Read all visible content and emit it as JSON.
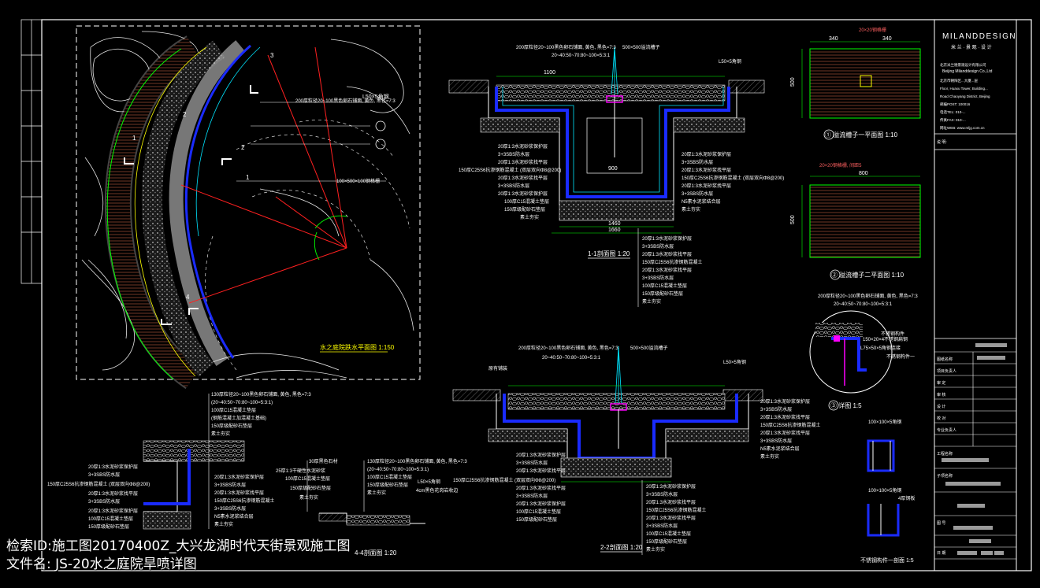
{
  "title_block": {
    "company": "MILANDDESIGN",
    "company_sub": "米 兰 · 景 观 · 设 计",
    "company_en": "Beijing Milanddesign Co.,Ltd",
    "rows": [
      "图纸名称",
      "项目负责人",
      "审 定",
      "审 核",
      "设 计",
      "校 对",
      "专业负责人",
      "工程名称",
      "子项名称",
      "图 号",
      "日 期"
    ]
  },
  "drawings": {
    "plan_title": "水之庭院跌水平面图 1:150",
    "section1_title": "1-1剖面图 1:20",
    "section2_title": "2-2剖面图 1:20",
    "section3_title": "3-3剖面图 1:20",
    "section4_title": "4-4剖面图 1:20",
    "detail1_title": "① 溢流槽子一平面图 1:10",
    "detail2_title": "② 溢流槽子二平面图 1:10",
    "detail3_title": "③ 详图 1:5",
    "detail4_title": "不锈钢构件一剖面 1:5"
  },
  "annotations": {
    "pebble_layer": "200厚粒径20~100黑色卵石铺面, 黄色, 黑色=7:3",
    "pebble_ratio": "20~40:50~70:80~100=5:3:1",
    "angle_steel": "L50×5角钢",
    "grate_size": "100×500×100钢格栅",
    "overflow_size": "500×500溢流槽子",
    "dim_900": "900",
    "dim_1460": "1460",
    "dim_1660": "1660",
    "dim_800": "800",
    "dim_340": "340",
    "dim_500": "500",
    "dim_1100": "1100"
  },
  "footer": {
    "line1": "检索ID:施工图20170400Z_大兴龙湖时代天街景观施工图",
    "line2": "文件名: JS-20水之庭院旱喷详图"
  },
  "colors": {
    "line_white": "#ffffff",
    "line_green": "#00ff00",
    "line_yellow": "#ffff00",
    "line_red": "#ff2020",
    "line_cyan": "#00e5ff",
    "line_blue": "#1a2bff",
    "line_magenta": "#ff00ff",
    "hatch_gray": "#8a8a8a"
  }
}
